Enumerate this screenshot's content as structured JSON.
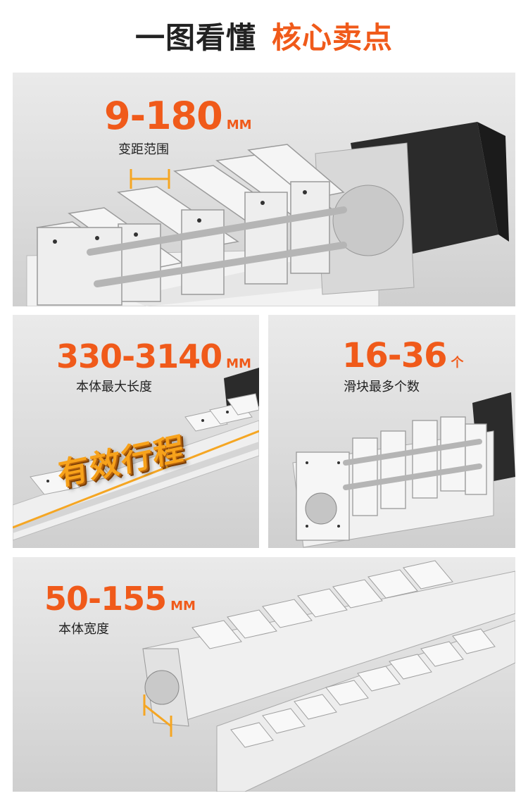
{
  "header": {
    "title_main": "一图看懂",
    "title_accent": "核心卖点"
  },
  "spec_pitch": {
    "value": "9-180",
    "unit": "MM",
    "label": "变距范围"
  },
  "spec_length": {
    "value": "330-3140",
    "unit": "MM",
    "label": "本体最大长度",
    "badge": "有效行程"
  },
  "spec_sliders": {
    "value": "16-36",
    "unit": "个",
    "label": "滑块最多个数"
  },
  "spec_width": {
    "value": "50-155",
    "unit": "MM",
    "label": "本体宽度"
  },
  "colors": {
    "accent": "#f05a1a",
    "text": "#222222",
    "panel": "#dedede",
    "motor": "#2a2a2a"
  }
}
